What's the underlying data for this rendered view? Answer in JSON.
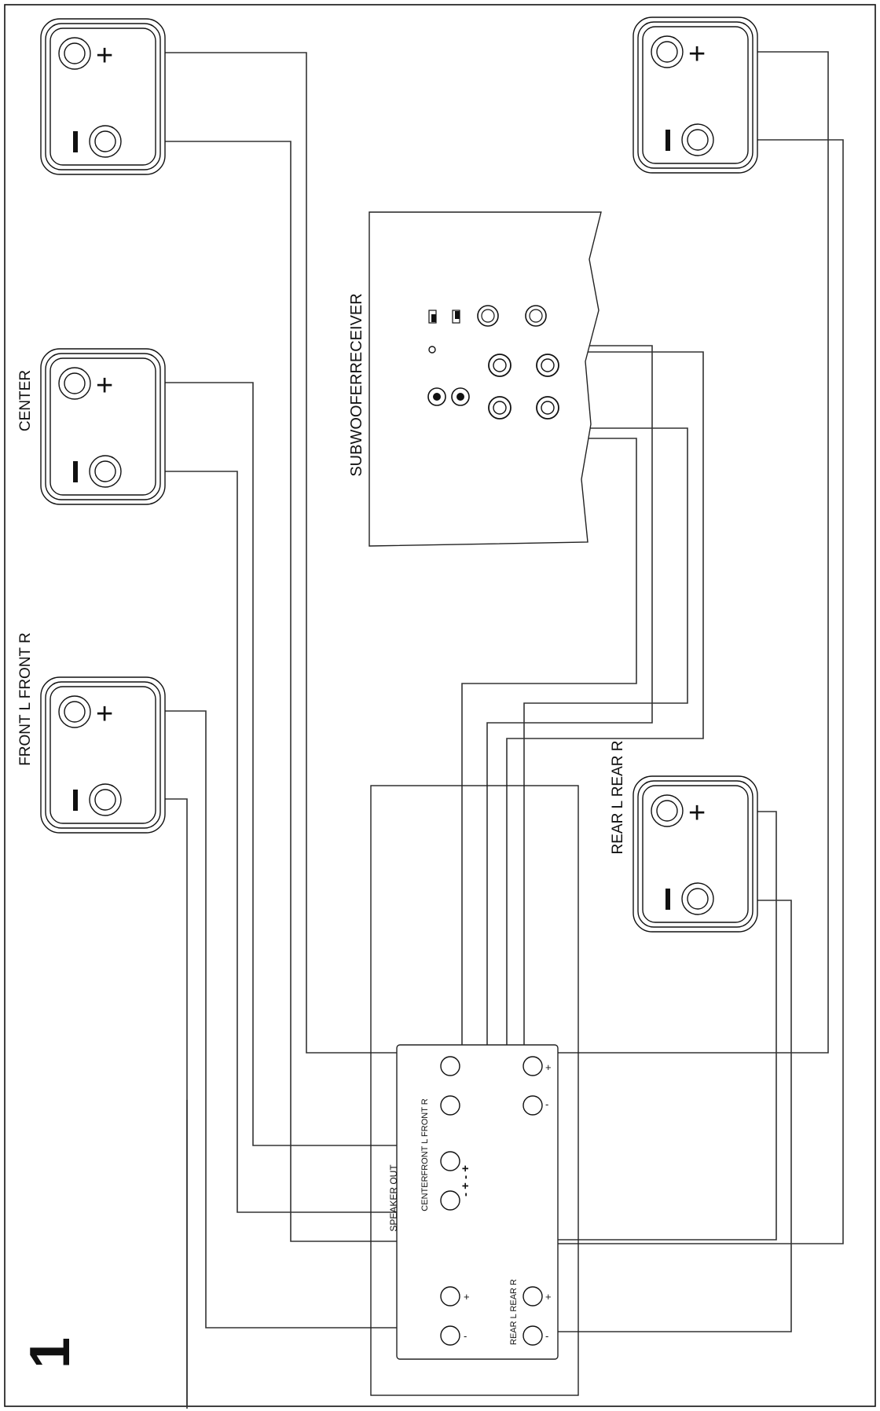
{
  "labels": {
    "center": "CENTER",
    "front": "FRONT L FRONT R",
    "rear": "REAR L REAR R",
    "subwoofer": "SUBWOOFERRECEIVER",
    "speaker_out": "SPEAKER OUT",
    "center_front": "CENTERFRONT L FRONT R",
    "rear_small": "REAR L REAR R",
    "polarity_top": "- + - +",
    "figure_number": "1",
    "plus": "+",
    "minus": "-"
  },
  "colors": {
    "line": "#111111",
    "wire": "#333333",
    "background": "#ffffff"
  }
}
